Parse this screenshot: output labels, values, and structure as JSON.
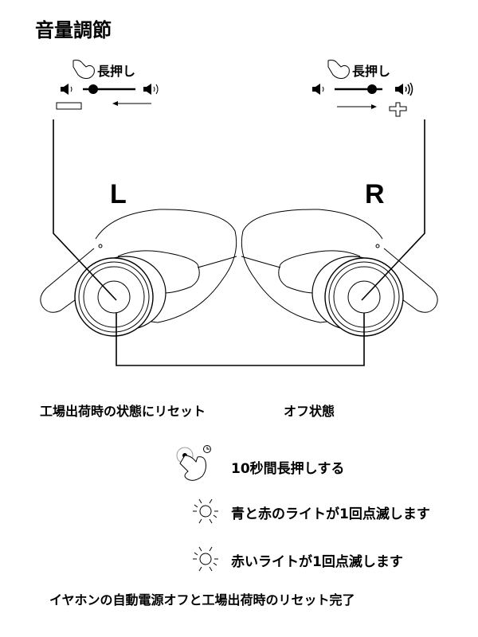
{
  "title": "音量調節",
  "left": {
    "label": "L",
    "action": "長押し",
    "effect": "volume-down"
  },
  "right": {
    "label": "R",
    "action": "長押し",
    "effect": "volume-up"
  },
  "reset_heading": "工場出荷時の状態にリセット",
  "off_heading": "オフ状態",
  "steps": [
    {
      "icon": "hand-press-timer-icon",
      "text": "10秒間長押しする"
    },
    {
      "icon": "light-icon",
      "text": "青と赤のライトが1回点滅します"
    },
    {
      "icon": "light-icon",
      "text": "赤いライトが1回点滅します"
    }
  ],
  "final": "イヤホンの自動電源オフと工場出荷時のリセット完了"
}
